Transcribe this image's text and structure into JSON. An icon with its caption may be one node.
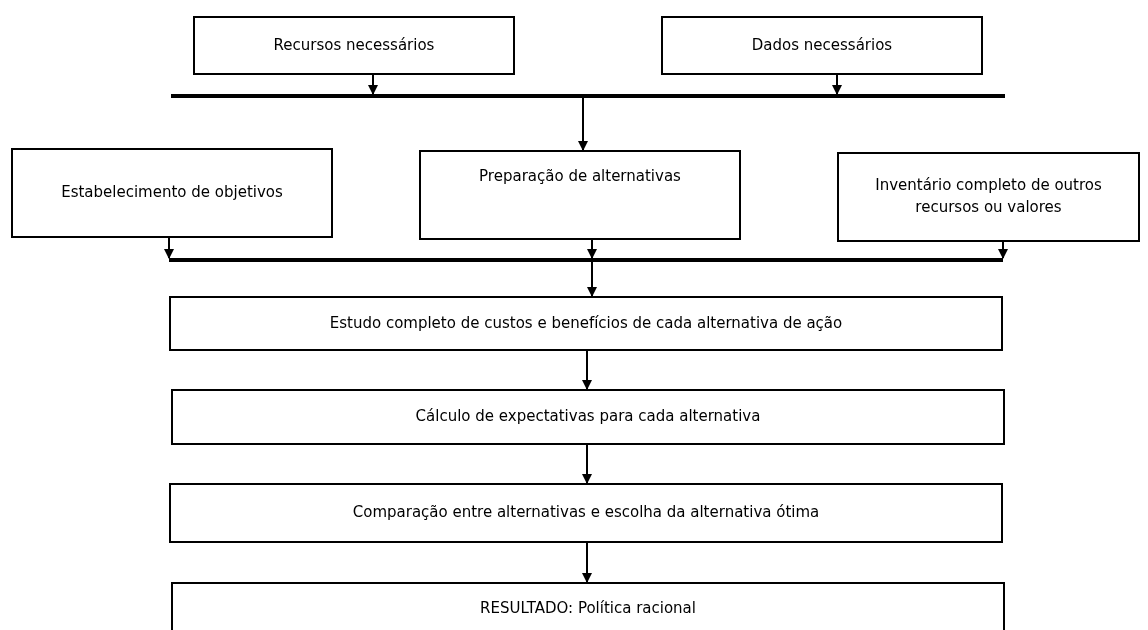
{
  "diagram": {
    "nodes": [
      {
        "text": [
          "Recursos necessários"
        ]
      },
      {
        "text": [
          "Dados necessários"
        ]
      },
      {
        "text": [],
        "shape": "bar"
      },
      {
        "text": [
          "Estabelecimento de objetivos"
        ]
      },
      {
        "text": [
          "Preparação de alternativas"
        ]
      },
      {
        "text": [
          "Inventário completo de outros recursos ou valores"
        ]
      },
      {
        "text": [],
        "shape": "bar"
      },
      {
        "text": [
          "Estudo completo de custos e benefícios de cada alternativa de ação"
        ]
      },
      {
        "text": [
          "Cálculo de expectativas para cada alternativa"
        ]
      },
      {
        "text": [
          "Comparação entre alternativas e escolha da alternativa ótima"
        ]
      },
      {
        "text": [
          "RESULTADO: Política racional"
        ]
      }
    ],
    "edges": [
      {
        "from": 0,
        "to": 2,
        "arrow": "to"
      },
      {
        "from": 1,
        "to": 2,
        "arrow": "to"
      },
      {
        "from": 2,
        "to": 4,
        "arrow": "to"
      },
      {
        "from": 3,
        "to": 6,
        "arrow": "to"
      },
      {
        "from": 4,
        "to": 6,
        "arrow": "to"
      },
      {
        "from": 5,
        "to": 6,
        "arrow": "to"
      },
      {
        "from": 6,
        "to": 7,
        "arrow": "to"
      },
      {
        "from": 7,
        "to": 8,
        "arrow": "to"
      },
      {
        "from": 8,
        "to": 9,
        "arrow": "to"
      },
      {
        "from": 9,
        "to": 10,
        "arrow": "to"
      }
    ]
  }
}
